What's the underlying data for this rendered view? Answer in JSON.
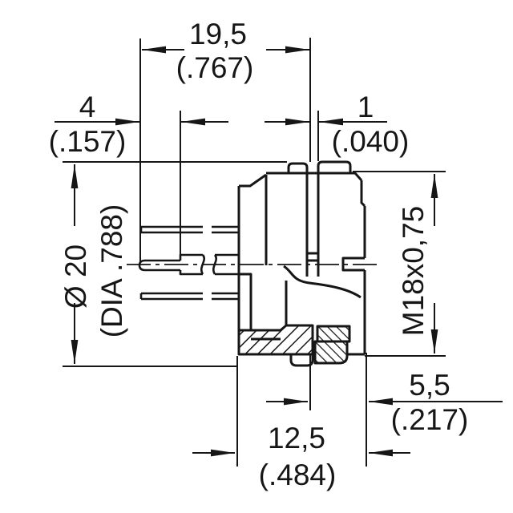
{
  "page": {
    "background": "#ffffff",
    "line_color": "#161616",
    "description": "Technical dimension drawing, circular panel connector, side view"
  },
  "drawing": {
    "dims": {
      "overall_length": {
        "mm": "19,5",
        "inch": "(.767)"
      },
      "pin_tip_length": {
        "mm": "4",
        "inch": "(.157)"
      },
      "front_offset": {
        "mm": "1",
        "inch": "(.040)"
      },
      "flange_diameter": {
        "mm": "Ø 20",
        "inch": "(DIA .788)"
      },
      "thread": {
        "label": "M18x0,75"
      },
      "rear_length": {
        "mm": "5,5",
        "inch": "(.217)"
      },
      "body_length": {
        "mm": "12,5",
        "inch": "(.484)"
      }
    }
  }
}
